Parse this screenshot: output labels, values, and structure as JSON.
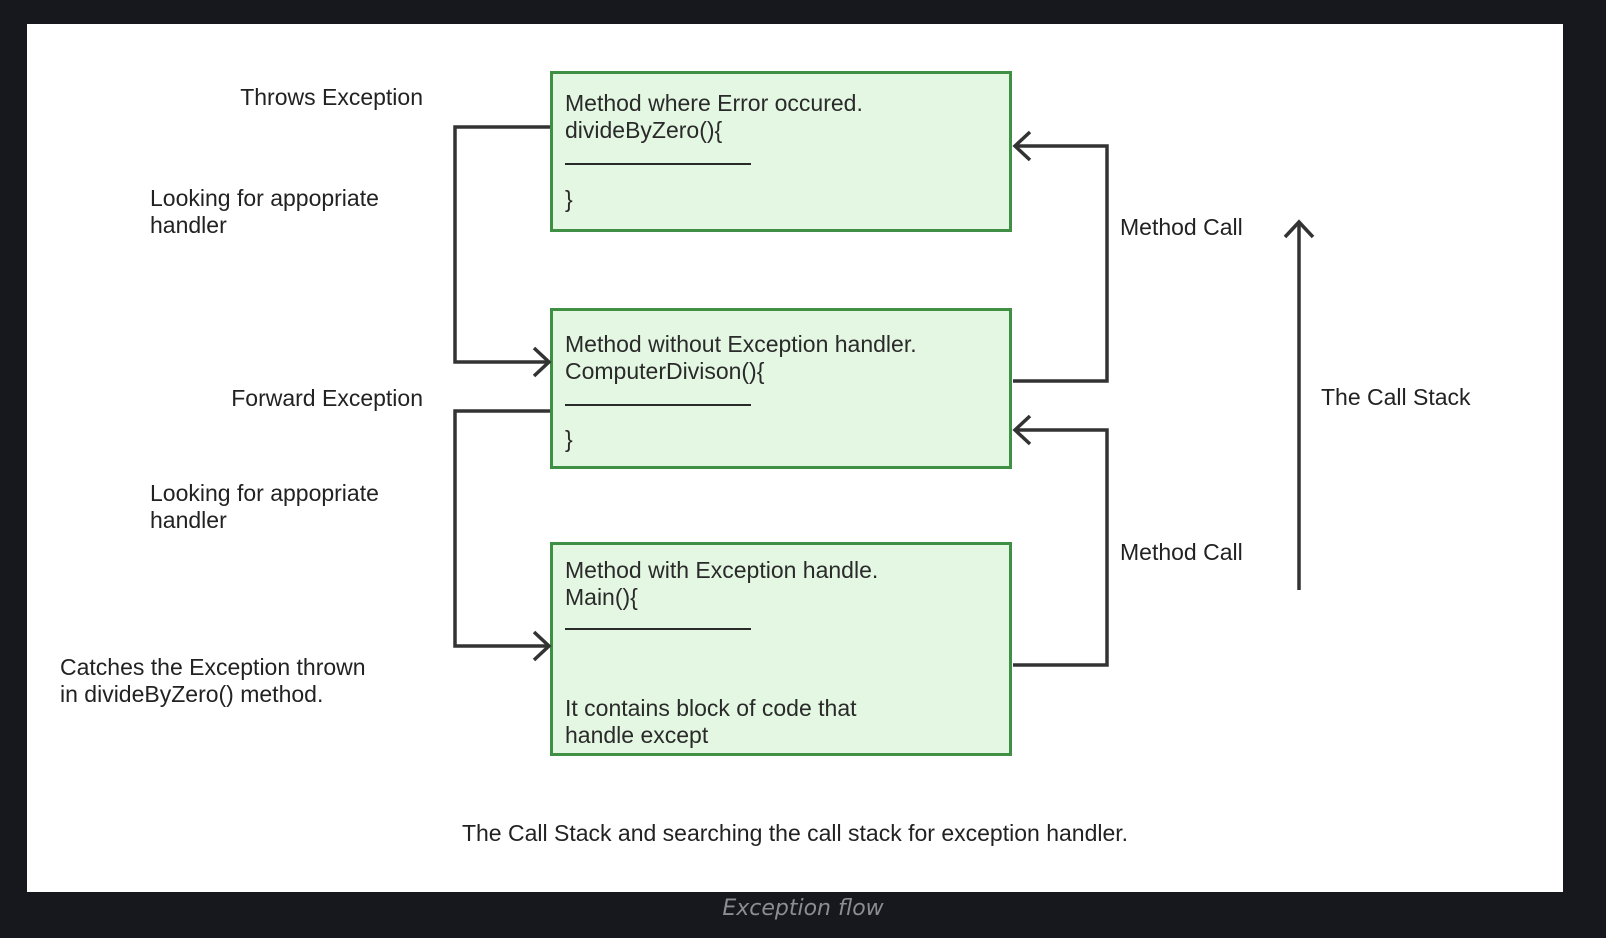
{
  "labels": {
    "throws": "Throws Exception",
    "looking1": [
      "Looking for appopriate",
      "handler"
    ],
    "forward": "Forward Exception",
    "looking2": [
      "Looking for appopriate",
      "handler"
    ],
    "catches": [
      "Catches the Exception thrown",
      "in divideByZero() method."
    ],
    "method_call_1": "Method Call",
    "method_call_2": "Method Call",
    "call_stack": "The Call Stack"
  },
  "boxes": {
    "top": {
      "line1": "Method where Error occured.",
      "line2": "divideByZero(){",
      "close": "}"
    },
    "middle": {
      "line1": "Method without Exception handler.",
      "line2": "ComputerDivison(){",
      "close": "}"
    },
    "bottom": {
      "line1": "Method with Exception handle.",
      "line2": "Main(){",
      "line3": "It contains block of code that",
      "line4": "handle except"
    }
  },
  "figure_caption": "The Call Stack and searching the call stack for exception handler.",
  "caption": "Exception flow",
  "colors": {
    "box_fill": "#e3f7e2",
    "box_border": "#3f8f44",
    "line": "#333333"
  }
}
